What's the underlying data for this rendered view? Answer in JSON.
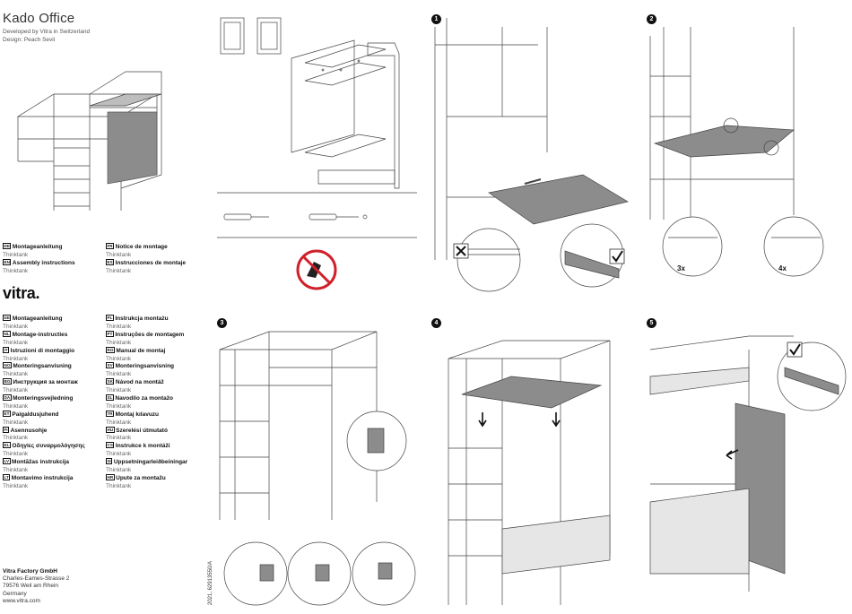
{
  "header": {
    "title": "Kado Office",
    "developed_by": "Developed by Vitra in Switzerland",
    "design": "Design: Peach Sevil"
  },
  "primary_languages": [
    {
      "code": "DE",
      "label": "Montageanleitung",
      "sub": "Thinktank"
    },
    {
      "code": "EN",
      "label": "Assembly instructions",
      "sub": "Thinktank"
    },
    {
      "code": "FR",
      "label": "Notice de montage",
      "sub": "Thinktank"
    },
    {
      "code": "ES",
      "label": "Instrucciones de montaje",
      "sub": "Thinktank"
    }
  ],
  "logo": "vitra.",
  "languages_left": [
    {
      "code": "DE",
      "label": "Montageanleitung",
      "sub": "Thinktank"
    },
    {
      "code": "NL",
      "label": "Montage-instructies",
      "sub": "Thinktank"
    },
    {
      "code": "IT",
      "label": "Istruzioni di montaggio",
      "sub": "Thinktank"
    },
    {
      "code": "NO",
      "label": "Monteringsanvisning",
      "sub": "Thinktank"
    },
    {
      "code": "BG",
      "label": "Инструкция за монтаж",
      "sub": "Thinktank"
    },
    {
      "code": "DA",
      "label": "Monteringsvejledning",
      "sub": "Thinktank"
    },
    {
      "code": "ET",
      "label": "Paigaldusjuhend",
      "sub": "Thinktank"
    },
    {
      "code": "FI",
      "label": "Asennusohje",
      "sub": "Thinktank"
    },
    {
      "code": "EL",
      "label": "Οδηγίες συναρμολόγησης",
      "sub": "Thinktank"
    },
    {
      "code": "LV",
      "label": "Montāžas instrukcija",
      "sub": "Thinktank"
    },
    {
      "code": "LT",
      "label": "Montavimo instrukcija",
      "sub": "Thinktank"
    }
  ],
  "languages_right": [
    {
      "code": "PL",
      "label": "Instrukcja montażu",
      "sub": "Thinktank"
    },
    {
      "code": "PT",
      "label": "Instruções de montagem",
      "sub": "Thinktank"
    },
    {
      "code": "RO",
      "label": "Manual de montaj",
      "sub": "Thinktank"
    },
    {
      "code": "SV",
      "label": "Monteringsanvisning",
      "sub": "Thinktank"
    },
    {
      "code": "SK",
      "label": "Návod na montáž",
      "sub": "Thinktank"
    },
    {
      "code": "SL",
      "label": "Navodilo za montažo",
      "sub": "Thinktank"
    },
    {
      "code": "TR",
      "label": "Montaj kılavuzu",
      "sub": "Thinktank"
    },
    {
      "code": "HU",
      "label": "Szerelési útmutató",
      "sub": "Thinktank"
    },
    {
      "code": "CS",
      "label": "Instrukce k montáži",
      "sub": "Thinktank"
    },
    {
      "code": "IS",
      "label": "Uppsetningarleiðbeiningar",
      "sub": "Thinktank"
    },
    {
      "code": "HR",
      "label": "Upute za montažu",
      "sub": "Thinktank"
    }
  ],
  "address": {
    "company": "Vitra Factory GmbH",
    "street": "Charles-Eames-Strasse 2",
    "city": "79576 Weil am Rhein",
    "country": "Germany",
    "web": "www.vitra.com"
  },
  "doc_number": "2021, 62913550/A",
  "steps": [
    "1",
    "2",
    "3",
    "4",
    "5"
  ],
  "quantities": {
    "screws_left": "3x",
    "screws_right": "4x"
  },
  "colors": {
    "panel_fill": "#8c8c8c",
    "line": "#444444",
    "prohibit_red": "#d0202a",
    "step_badge": "#111111"
  }
}
